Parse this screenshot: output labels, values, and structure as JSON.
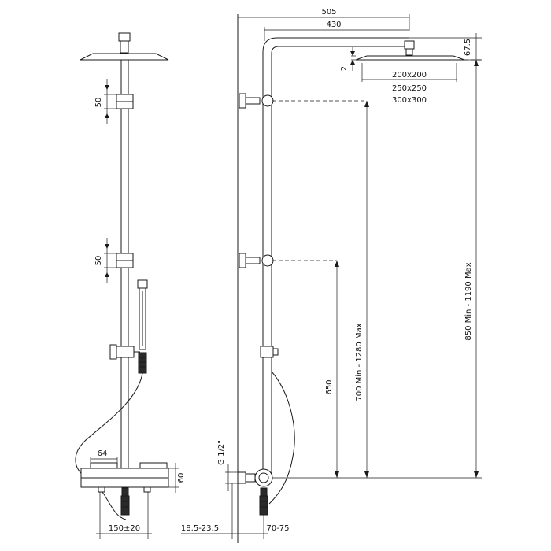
{
  "dimensions": {
    "overall_width": "505",
    "arm_length": "430",
    "head_drop": "67.5",
    "head_thickness": "2",
    "head_sizes": [
      "200x200",
      "250x250",
      "300x300"
    ],
    "bracket_spacing_top": "50",
    "bracket_spacing_mid": "50",
    "mixer_top": "64",
    "mixer_height": "60",
    "mixer_centers": "150±20",
    "inlet_thread": "G 1/2\"",
    "wall_offset": "18.5-23.5",
    "inlet_offset": "70-75",
    "height_650": "650",
    "height_bar": "700 Min - 1280 Max",
    "height_total": "850 Min - 1190 Max"
  }
}
